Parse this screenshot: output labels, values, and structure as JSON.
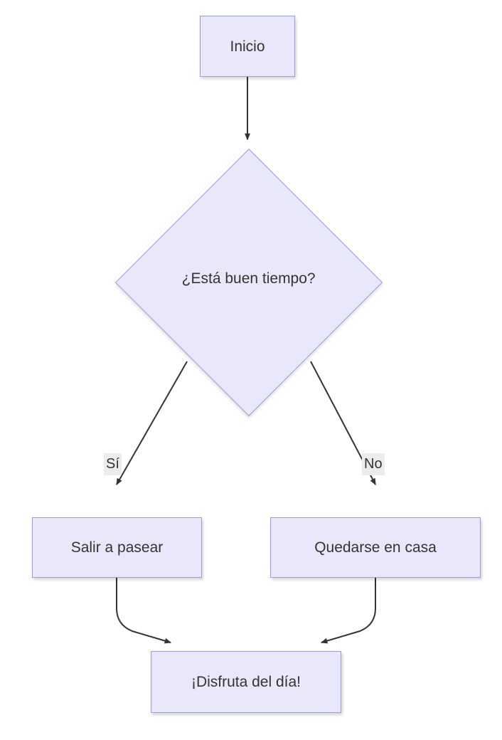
{
  "diagram": {
    "type": "flowchart",
    "direction": "top-down",
    "language": "es",
    "theme": {
      "node_fill": "#e8e8fa",
      "node_border": "#9a9aec",
      "text_color": "#333333",
      "edge_color": "#333333",
      "edge_label_bg": "#ececec",
      "canvas_bg": "#ffffff"
    },
    "nodes": [
      {
        "id": "inicio",
        "label": "Inicio",
        "shape": "rectangle"
      },
      {
        "id": "decision",
        "label": "¿Está buen tiempo?",
        "shape": "diamond"
      },
      {
        "id": "salir",
        "label": "Salir a pasear",
        "shape": "rectangle"
      },
      {
        "id": "quedarse",
        "label": "Quedarse en casa",
        "shape": "rectangle"
      },
      {
        "id": "disfruta",
        "label": "¡Disfruta del día!",
        "shape": "rectangle"
      }
    ],
    "edges": [
      {
        "from": "inicio",
        "to": "decision",
        "label": ""
      },
      {
        "from": "decision",
        "to": "salir",
        "label": "Sí"
      },
      {
        "from": "decision",
        "to": "quedarse",
        "label": "No"
      },
      {
        "from": "salir",
        "to": "disfruta",
        "label": ""
      },
      {
        "from": "quedarse",
        "to": "disfruta",
        "label": ""
      }
    ]
  }
}
